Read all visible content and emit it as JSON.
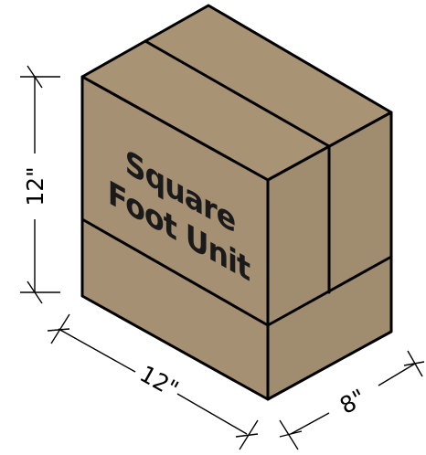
{
  "box": {
    "label_line1": "Square",
    "label_line2": "Foot Unit",
    "colors": {
      "front": "#a59073",
      "side": "#a08c6f",
      "top": "#a89374",
      "outline": "#000000"
    }
  },
  "dimensions": {
    "height": "12\"",
    "width": "12\"",
    "depth": "8\""
  }
}
